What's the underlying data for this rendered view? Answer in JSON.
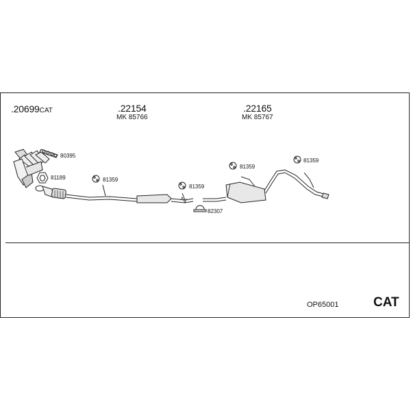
{
  "header": {
    "part1": {
      "number": ".20699",
      "suffix": "CAT"
    },
    "part2": {
      "number": ".22154",
      "sub": "MK 85766"
    },
    "part3": {
      "number": ".22165",
      "sub": "MK 85767"
    }
  },
  "callouts": {
    "gasket": "80395",
    "ring": "81189",
    "hanger_a": "81359",
    "hanger_b": "81359",
    "hanger_c": "81359",
    "hanger_d": "81359",
    "clamp": "82307"
  },
  "footer": {
    "code": "OP65001",
    "cat_label": "CAT"
  }
}
